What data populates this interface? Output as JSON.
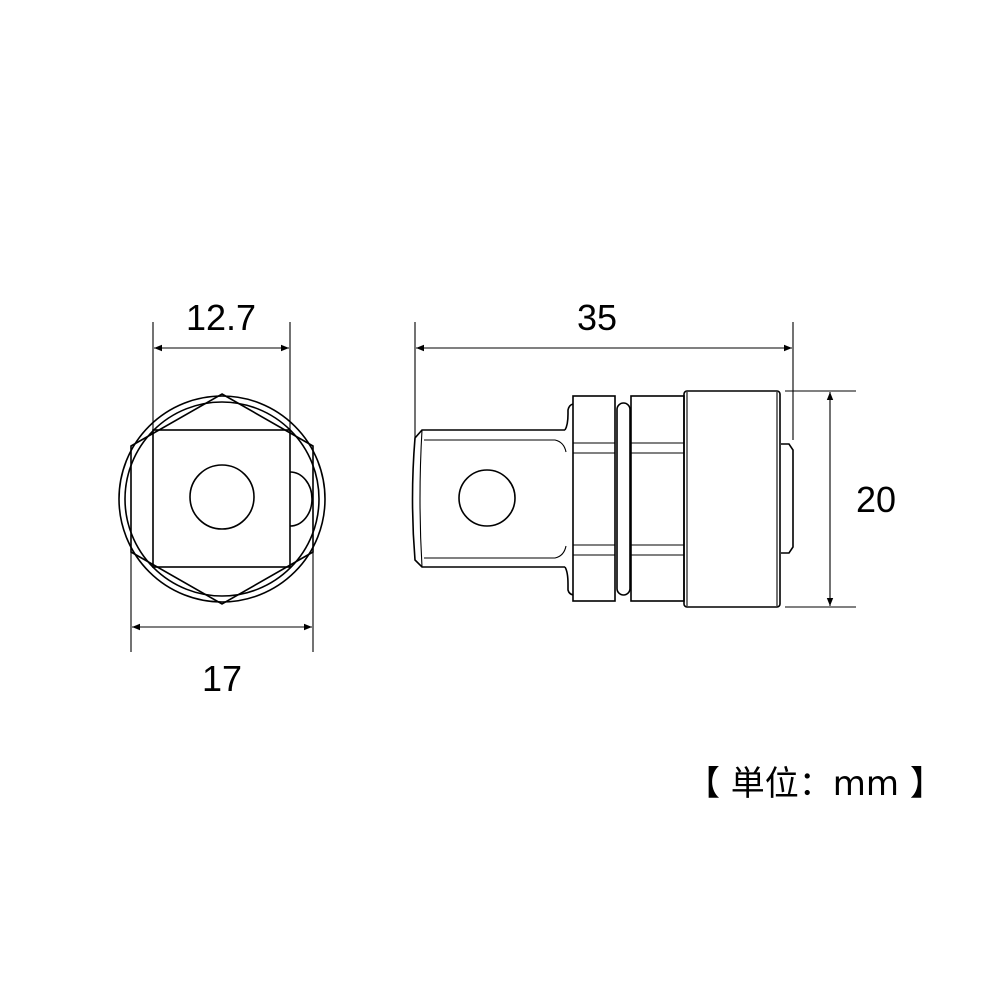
{
  "diagram": {
    "front_view": {
      "square_drive_dimension": "12.7",
      "across_flats_dimension": "17"
    },
    "side_view": {
      "length_dimension": "35",
      "diameter_dimension": "20"
    },
    "unit_label": "【 単位：mm 】",
    "line_color": "#000000",
    "background_color": "#ffffff"
  }
}
